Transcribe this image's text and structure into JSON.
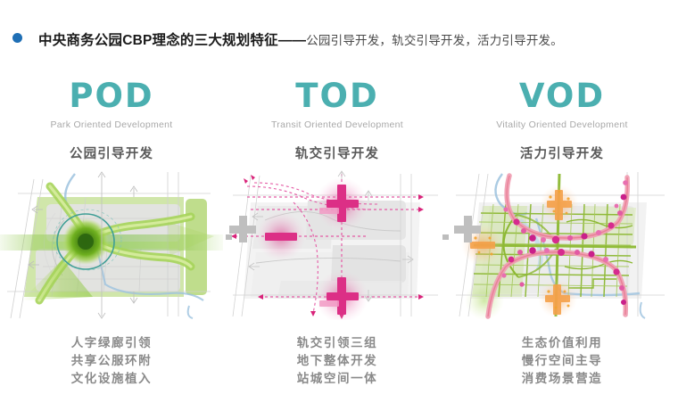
{
  "headline": {
    "bullet_color": "#1F6FB5",
    "strong": "中央商务公园CBP理念的三大规划特征——",
    "rest": "公园引导开发，轨交引导开发，活力引导开发。"
  },
  "theme": {
    "accent_teal": "#4BAFB0",
    "eng_sub_gray": "#A8A8A8",
    "cn_sub_gray": "#595959",
    "caption_gray": "#8A8A8A",
    "plus_gray": "#BFBFBF",
    "pod_green": "#8CC63F",
    "tod_magenta": "#E0509B",
    "vod_orange": "#F5A85A"
  },
  "columns": [
    {
      "id": "pod",
      "acronym": "POD",
      "english": "Park Oriented Development",
      "chinese": "公园引导开发",
      "diagram_name": "pod-park-corridor-map",
      "captions": [
        "人字绿廊引领",
        "共享公服环附",
        "文化设施植入"
      ]
    },
    {
      "id": "tod",
      "acronym": "TOD",
      "english": "Transit Oriented Development",
      "chinese": "轨交引导开发",
      "diagram_name": "tod-transit-node-map",
      "captions": [
        "轨交引领三组",
        "地下整体开发",
        "站城空间一体"
      ]
    },
    {
      "id": "vod",
      "acronym": "VOD",
      "english": "Vitality Oriented Development",
      "chinese": "活力引导开发",
      "diagram_name": "vod-vitality-network-map",
      "captions": [
        "生态价值利用",
        "慢行空间主导",
        "消费场景营造"
      ]
    }
  ],
  "separators": [
    {
      "name": "plus-separator-1",
      "glyph": "+"
    },
    {
      "name": "plus-separator-2",
      "glyph": "+"
    }
  ]
}
